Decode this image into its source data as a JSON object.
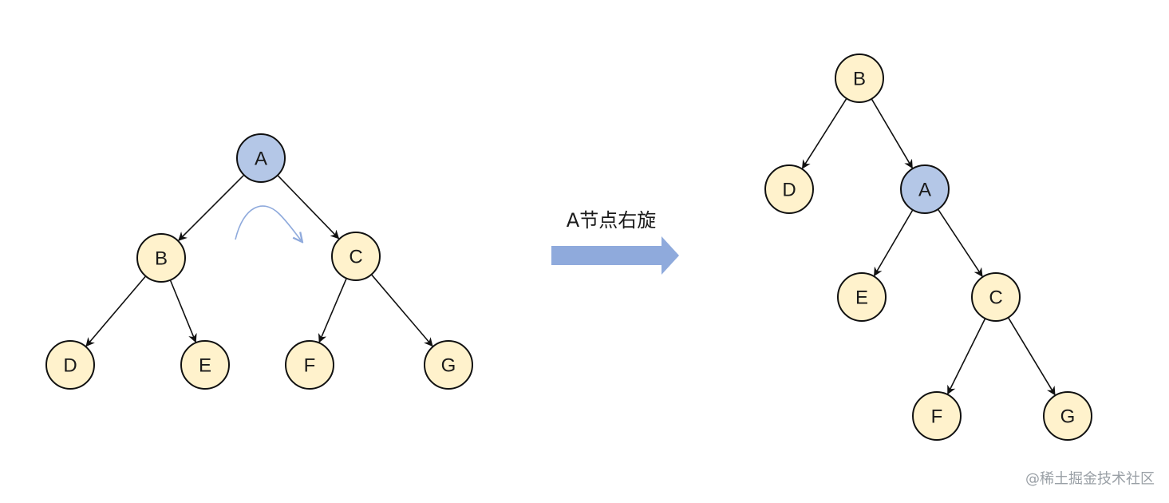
{
  "colors": {
    "node_fill": "#fff2cc",
    "node_fill_highlight": "#b4c7e7",
    "arrow_fill": "#8faadc",
    "rotation_hint": "#8faadc"
  },
  "operation": {
    "label": "A节点右旋"
  },
  "watermark": {
    "text": "@稀土掘金技术社区"
  },
  "before_tree": {
    "nodes": [
      {
        "id": "A",
        "label": "A",
        "highlight": true
      },
      {
        "id": "B",
        "label": "B",
        "highlight": false
      },
      {
        "id": "C",
        "label": "C",
        "highlight": false
      },
      {
        "id": "D",
        "label": "D",
        "highlight": false
      },
      {
        "id": "E",
        "label": "E",
        "highlight": false
      },
      {
        "id": "F",
        "label": "F",
        "highlight": false
      },
      {
        "id": "G",
        "label": "G",
        "highlight": false
      }
    ],
    "edges": [
      [
        "A",
        "B"
      ],
      [
        "A",
        "C"
      ],
      [
        "B",
        "D"
      ],
      [
        "B",
        "E"
      ],
      [
        "C",
        "F"
      ],
      [
        "C",
        "G"
      ]
    ]
  },
  "after_tree": {
    "nodes": [
      {
        "id": "B",
        "label": "B",
        "highlight": false
      },
      {
        "id": "D",
        "label": "D",
        "highlight": false
      },
      {
        "id": "A",
        "label": "A",
        "highlight": true
      },
      {
        "id": "E",
        "label": "E",
        "highlight": false
      },
      {
        "id": "C",
        "label": "C",
        "highlight": false
      },
      {
        "id": "F",
        "label": "F",
        "highlight": false
      },
      {
        "id": "G",
        "label": "G",
        "highlight": false
      }
    ],
    "edges": [
      [
        "B",
        "D"
      ],
      [
        "B",
        "A"
      ],
      [
        "A",
        "E"
      ],
      [
        "A",
        "C"
      ],
      [
        "C",
        "F"
      ],
      [
        "C",
        "G"
      ]
    ]
  }
}
